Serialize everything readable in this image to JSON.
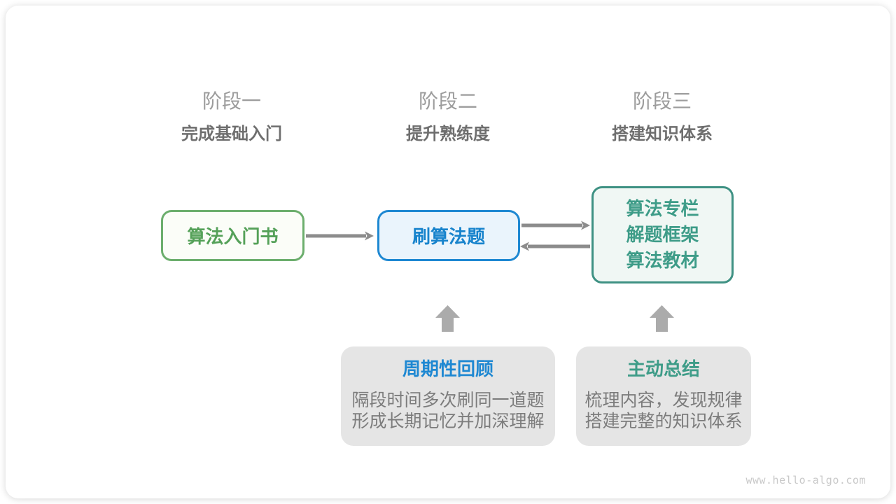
{
  "stages": [
    {
      "label": "阶段一",
      "subtitle": "完成基础入门"
    },
    {
      "label": "阶段二",
      "subtitle": "提升熟练度"
    },
    {
      "label": "阶段三",
      "subtitle": "搭建知识体系"
    }
  ],
  "flow": {
    "intro_book": "算法入门书",
    "practice": "刷算法题",
    "resources": [
      "算法专栏",
      "解题框架",
      "算法教材"
    ]
  },
  "callouts": {
    "review": {
      "title": "周期性回顾",
      "lines": [
        "隔段时间多次刷同一道题",
        "形成长期记忆并加深理解"
      ]
    },
    "summary": {
      "title": "主动总结",
      "lines": [
        "梳理内容，发现规律",
        "搭建完整的知识体系"
      ]
    }
  },
  "watermark": "www.hello-algo.com",
  "colors": {
    "stage_label": "#9C9C9C",
    "stage_subtitle": "#6E6E6E",
    "green_accent": "#55A159",
    "green_border": "#6CAE6D",
    "green_bg": "#FBFDF8",
    "blue_accent": "#1783CC",
    "blue_border": "#1E88D2",
    "blue_bg": "#EAF4FC",
    "teal_accent": "#3E9C88",
    "teal_border": "#3E9183",
    "teal_bg": "#F0F7F4",
    "flow_arrow": "#8C8C8C",
    "block_arrow": "#ABABAB",
    "callout_bg": "#E5E5E5",
    "callout_body_text": "#7C7C7C",
    "watermark": "#C9C9C9"
  }
}
